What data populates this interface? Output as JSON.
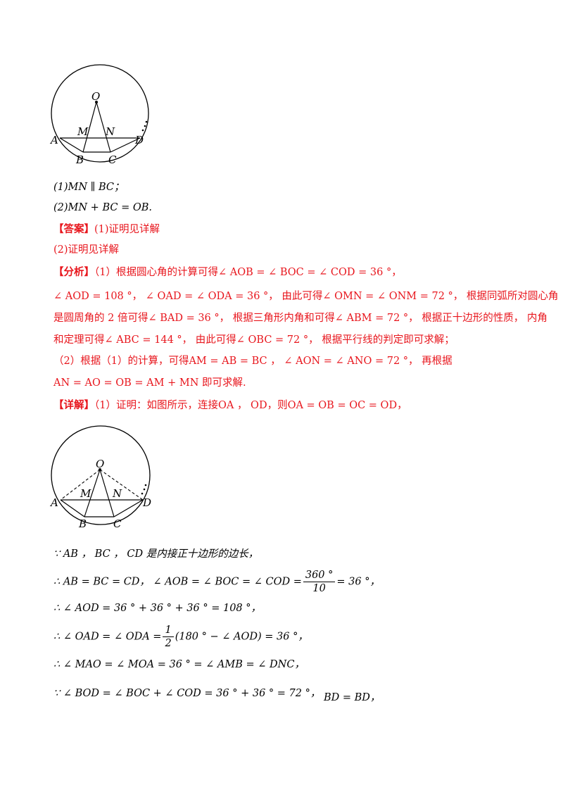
{
  "figure1": {
    "labels": {
      "O": "O",
      "M": "M",
      "N": "N",
      "A": "A",
      "D": "D",
      "B": "B",
      "C": "C"
    }
  },
  "figure2": {
    "labels": {
      "O": "O",
      "M": "M",
      "N": "N",
      "A": "A",
      "D": "D",
      "B": "B",
      "C": "C"
    }
  },
  "lines": {
    "q1": "(1)MN ∥ BC；",
    "q2": "(2)MN + BC = OB.",
    "ans_head": "【答案】",
    "ans1": "(1)证明见详解",
    "ans2": "(2)证明见详解",
    "fx_head": "【分析】",
    "fx1": "（1）根据圆心角的计算可得∠ AOB = ∠ BOC = ∠ COD = 36 °，",
    "fx2": "∠ AOD = 108 °， ∠ OAD = ∠ ODA = 36 °， 由此可得∠ OMN = ∠ ONM = 72 °， 根据同弧所对圆心角",
    "fx3": "是圆周角的 2 倍可得∠ BAD = 36 °， 根据三角形内角和可得∠ ABM = 72 °， 根据正十边形的性质， 内角",
    "fx4": "和定理可得∠ ABC = 144 °， 由此可得∠ OBC = 72 °， 根据平行线的判定即可求解；",
    "fx5": "（2）根据（1）的计算，可得AM = AB = BC ， ∠ AON = ∠ ANO = 72 °， 再根据",
    "fx6": "AN = AO = OB = AM + MN 即可求解.",
    "xj_head": "【详解】",
    "xj1": "（1）证明：如图所示，连接OA ， OD，则OA = OB = OC = OD，",
    "s1": "∵ AB ， BC ， CD 是内接正十边形的边长，",
    "s2a": "∴ AB = BC = CD， ∠ AOB = ∠ BOC = ∠ COD =",
    "s2num": "360 °",
    "s2den": "10",
    "s2b": "= 36 °，",
    "s3": "∴ ∠ AOD = 36 ° + 36 ° + 36 ° = 108 °，",
    "s4a": "∴ ∠ OAD = ∠ ODA =",
    "s4num": "1",
    "s4den": "2",
    "s4b": "(180 ° − ∠ AOD) = 36 °，",
    "s5": "∴ ∠ MAO = ∠ MOA = 36 ° = ∠ AMB = ∠ DNC，",
    "s6a": "∵ ∠ BOD = ∠ BOC + ∠ COD = 36 ° + 36 ° = 72 °，",
    "s6b": "BD = BD，"
  }
}
